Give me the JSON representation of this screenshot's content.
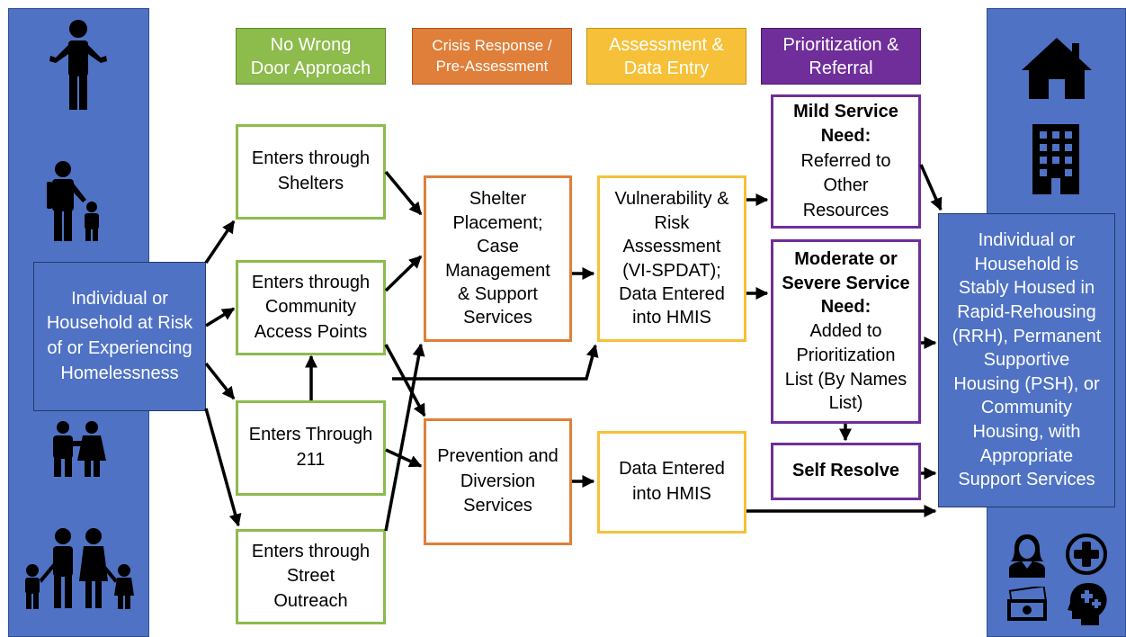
{
  "colors": {
    "panel_blue": "#4F72C4",
    "green": "#8DBB4C",
    "orange": "#E07F39",
    "yellow": "#F6C138",
    "purple": "#6F2E9A",
    "icon_black": "#000000"
  },
  "headers": {
    "no_wrong_door": "No Wrong\nDoor Approach",
    "crisis_response": "Crisis Response /\nPre-Assessment",
    "assessment": "Assessment &\nData Entry",
    "prioritization": "Prioritization &\nReferral"
  },
  "left": {
    "individual": "Individual or\nHousehold at Risk\nof or Experiencing\nHomelessness",
    "icons": [
      "person-shrug-icon",
      "parent-child-icon",
      "couple-icon",
      "family-icon"
    ]
  },
  "entry": {
    "shelters": "Enters through\nShelters",
    "community": "Enters through\nCommunity\nAccess Points",
    "two11": "Enters Through\n211",
    "outreach": "Enters through\nStreet\nOutreach"
  },
  "crisis": {
    "shelter_placement": "Shelter\nPlacement;\nCase\nManagement\n& Support\nServices",
    "prevention": "Prevention and\nDiversion\nServices"
  },
  "assess": {
    "vulnerability": "Vulnerability &\nRisk\nAssessment\n(VI-SPDAT);\nData Entered\ninto HMIS",
    "data_entered": "Data Entered\ninto HMIS"
  },
  "referral": {
    "mild_title": "Mild Service\nNeed:",
    "mild_body": "Referred to\nOther\nResources",
    "moderate_title": "Moderate or\nSevere Service\nNeed:",
    "moderate_body": "Added to\nPrioritization\nList (By Names\nList)",
    "self_resolve": "Self Resolve"
  },
  "right": {
    "outcome": "Individual or\nHousehold is\nStably Housed in\nRapid-Rehousing\n(RRH), Permanent\nSupportive\nHousing (PSH), or\nCommunity\nHousing, with\nAppropriate\nSupport Services",
    "icons": [
      "house-icon",
      "apartment-building-icon",
      "caseworker-icon",
      "medical-cross-icon",
      "money-icon",
      "mental-health-icon"
    ]
  }
}
